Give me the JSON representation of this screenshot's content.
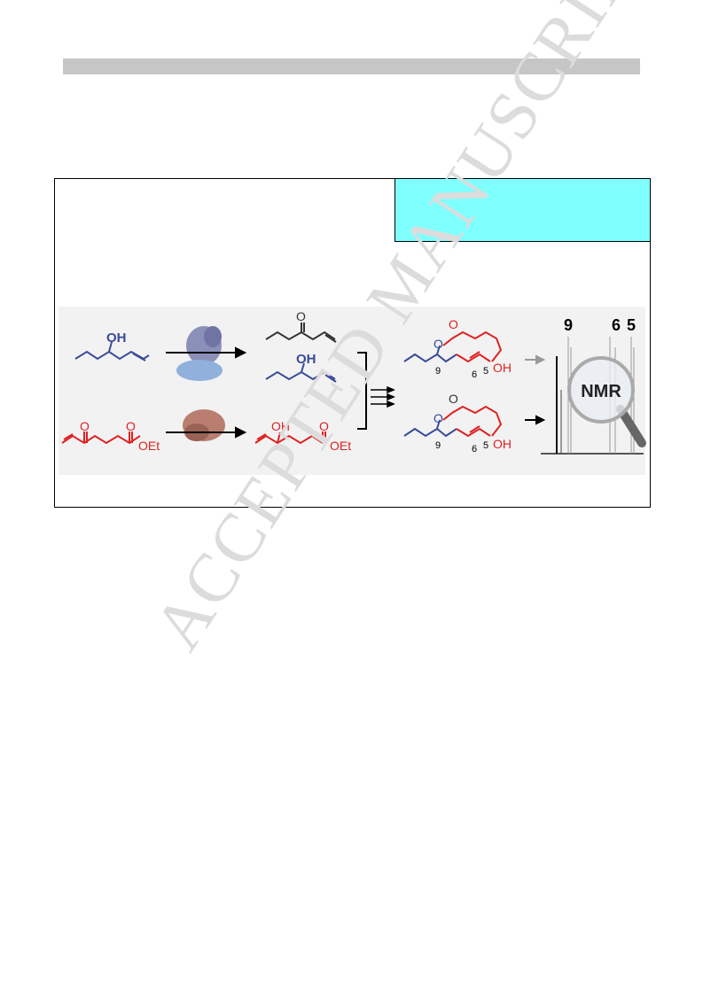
{
  "watermark": "ACCEPTED MANUSCRIPT",
  "figure": {
    "oh_label": "OH",
    "oet_label": "OEt",
    "o_label": "O",
    "nmr_label": "NMR",
    "locant_9": "9",
    "locant_6": "6",
    "locant_5": "5",
    "peak_9": "9",
    "peak_6": "6",
    "peak_5": "5"
  },
  "colors": {
    "blue_structure": "#3a4a9a",
    "red_structure": "#e02020",
    "cyan_box": "#80ffff",
    "header_bar": "#c6c6c6"
  }
}
